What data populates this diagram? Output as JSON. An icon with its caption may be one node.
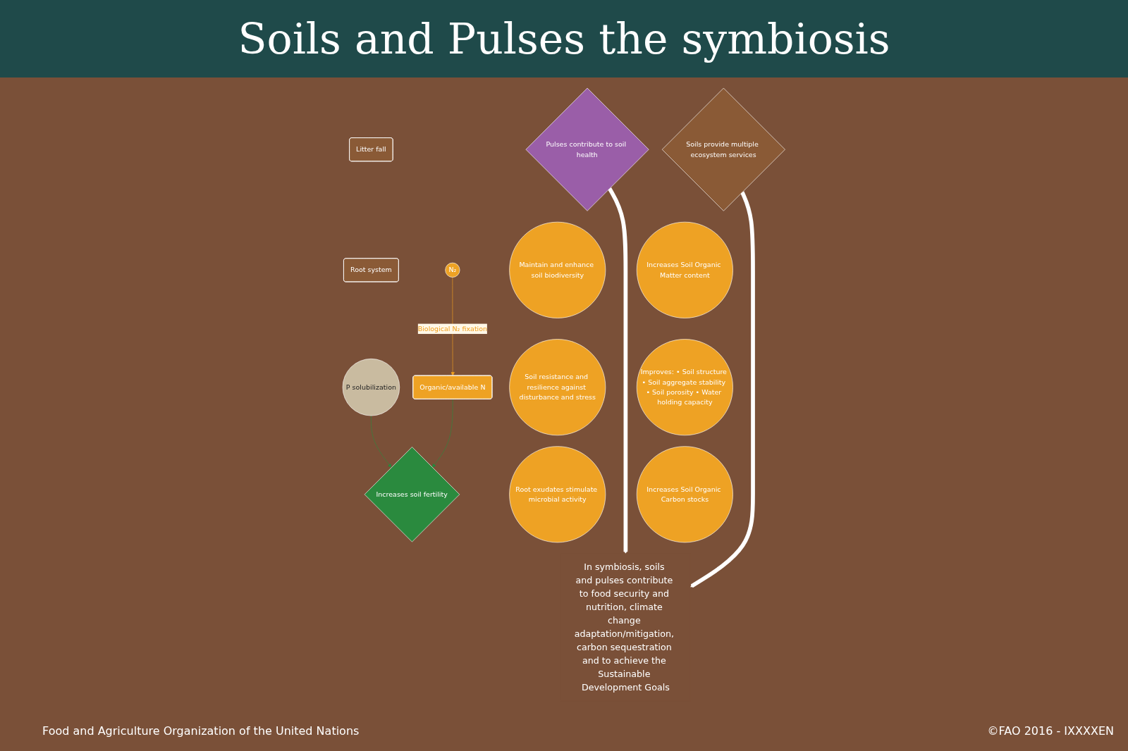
{
  "diagram": {
    "title": "Soils and Pulses the symbiosis",
    "nodes": [
      {
        "text": [
          "Soils provide multiple ecosystem services"
        ]
      },
      {
        "text": [
          "Pulses contribute to soil health"
        ]
      },
      {
        "text": [
          "Increases Soil Organic Matter content"
        ]
      },
      {
        "text": [
          "Improves: • Soil structure • Soil aggregate stability • Soil porosity • Water holding capacity"
        ]
      },
      {
        "text": [
          "Increases Soil Organic Carbon stocks"
        ]
      },
      {
        "text": [
          "Litter fall"
        ]
      },
      {
        "text": [
          "N₂"
        ]
      },
      {
        "text": [
          "Root system"
        ]
      },
      {
        "text": [
          "Maintain and enhance soil biodiversity"
        ]
      },
      {
        "text": [
          "Soil resistance and resilience against disturbance and stress"
        ]
      },
      {
        "text": [
          "Root exudates stimulate microbial activity"
        ]
      },
      {
        "text": [
          "P solubilization"
        ]
      },
      {
        "text": [
          "Organic/available N"
        ]
      },
      {
        "text": [
          "Increases soil fertility"
        ]
      },
      {
        "text": [
          "In symbiosis, soils and pulses contribute to food security and nutrition, climate change adaptation/mitigation, carbon sequestration and to achieve the Sustainable Development Goals"
        ]
      }
    ],
    "edges": [
      {
        "from": 0,
        "to": 14,
        "arrow": "to",
        "style": "thick",
        "color": "#ffffff"
      },
      {
        "from": 1,
        "to": 14,
        "arrow": "to",
        "style": "thick",
        "color": "#ffffff"
      },
      {
        "from": 6,
        "to": 12,
        "arrow": "to",
        "label": "Biological N₂ fixation",
        "color": "#f0a020"
      },
      {
        "from": 11,
        "to": 13,
        "arrow": "to",
        "color": "#2a8a3e"
      },
      {
        "from": 12,
        "to": 13,
        "arrow": "to",
        "color": "#2a8a3e"
      }
    ],
    "labels": [
      "Food and Agriculture Organization of the United Nations",
      "©FAO 2016 - IXXXXEN"
    ]
  }
}
